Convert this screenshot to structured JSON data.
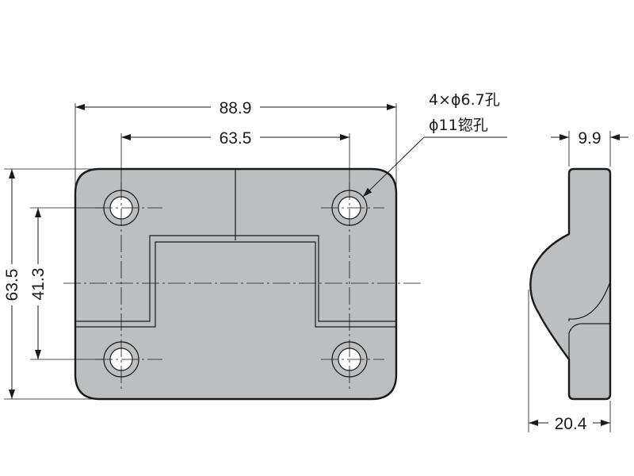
{
  "colors": {
    "body_fill": "#bcbec0",
    "line": "#1a1a1a",
    "hole_fill": "#ffffff",
    "background": "#ffffff"
  },
  "dimensions": {
    "overall_width": "88.9",
    "hole_pitch_horizontal": "63.5",
    "overall_height": "63.5",
    "hole_pitch_vertical": "41.3",
    "side_top_thickness": "9.9",
    "side_total_depth": "20.4"
  },
  "hole_note": {
    "line1": "4×ϕ6.7孔",
    "line2": "ϕ11锪孔"
  }
}
